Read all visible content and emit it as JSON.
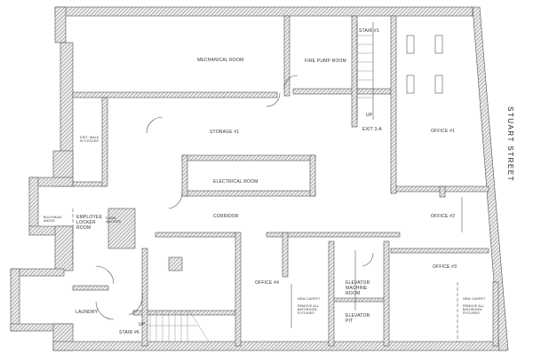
{
  "plan": {
    "street": "STUART STREET",
    "rooms": {
      "mechanical": "MECHANICAL ROOM",
      "fire_pump": "FIRE PUMP ROOM",
      "stair1": "STAIR #1",
      "stair1_up": "UP",
      "exit": "EXIT 3-A",
      "office1": "OFFICE #1",
      "storage1": "STORAGE #1",
      "cooler": "DIST. WALK-IN COOLER",
      "electrical": "ELECTRICAL ROOM",
      "corridor": "CORRIDOR",
      "office2": "OFFICE #2",
      "bulkhead": "BULKHEAD ABOVE",
      "locker": "EMPLOYEE LOCKER ROOM",
      "dumbwaiters": "DUMB-WAITERS",
      "office4": "OFFICE #4",
      "elevator_machine": "ELEVATOR MACHINE ROOM",
      "elevator_pit": "ELEVATOR PIT",
      "office3": "OFFICE #3",
      "laundry": "LAUNDRY",
      "stair6": "STAIR #6",
      "stair6_up": "UP"
    },
    "notes": {
      "carpet_a": "NEW CARPET",
      "fixtures_a": "REMOVE ALL BATHROOM FIXTURES",
      "carpet_b": "NEW CARPET",
      "fixtures_b": "REMOVE ALL BATHROOM FIXTURES"
    }
  }
}
